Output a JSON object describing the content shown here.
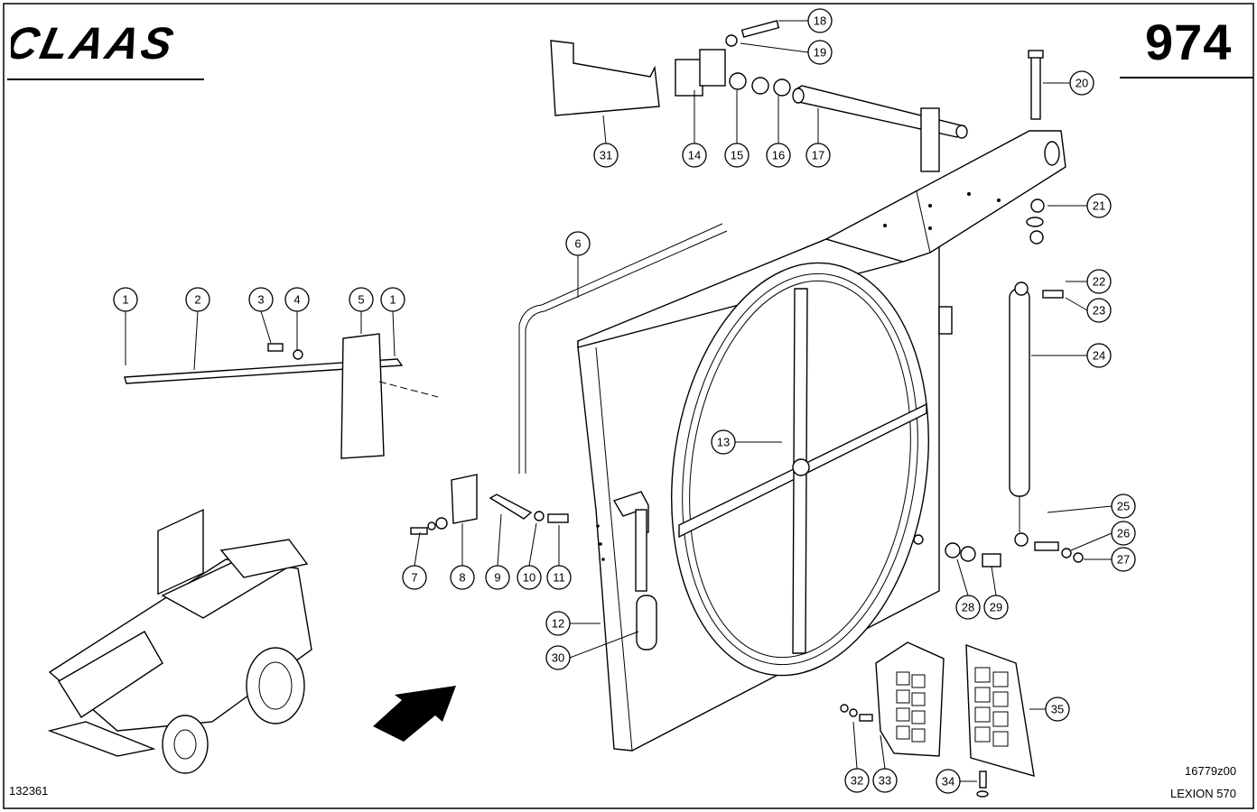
{
  "brand": "CLAAS",
  "page_number": "974",
  "document_id": "132361",
  "drawing_code": "16779z00",
  "model": "LEXION 570",
  "callouts": [
    "1",
    "2",
    "3",
    "4",
    "5",
    "1",
    "6",
    "7",
    "8",
    "9",
    "10",
    "11",
    "12",
    "13",
    "14",
    "15",
    "16",
    "17",
    "18",
    "19",
    "20",
    "21",
    "22",
    "23",
    "24",
    "25",
    "26",
    "27",
    "28",
    "29",
    "30",
    "31",
    "32",
    "33",
    "34",
    "35"
  ]
}
